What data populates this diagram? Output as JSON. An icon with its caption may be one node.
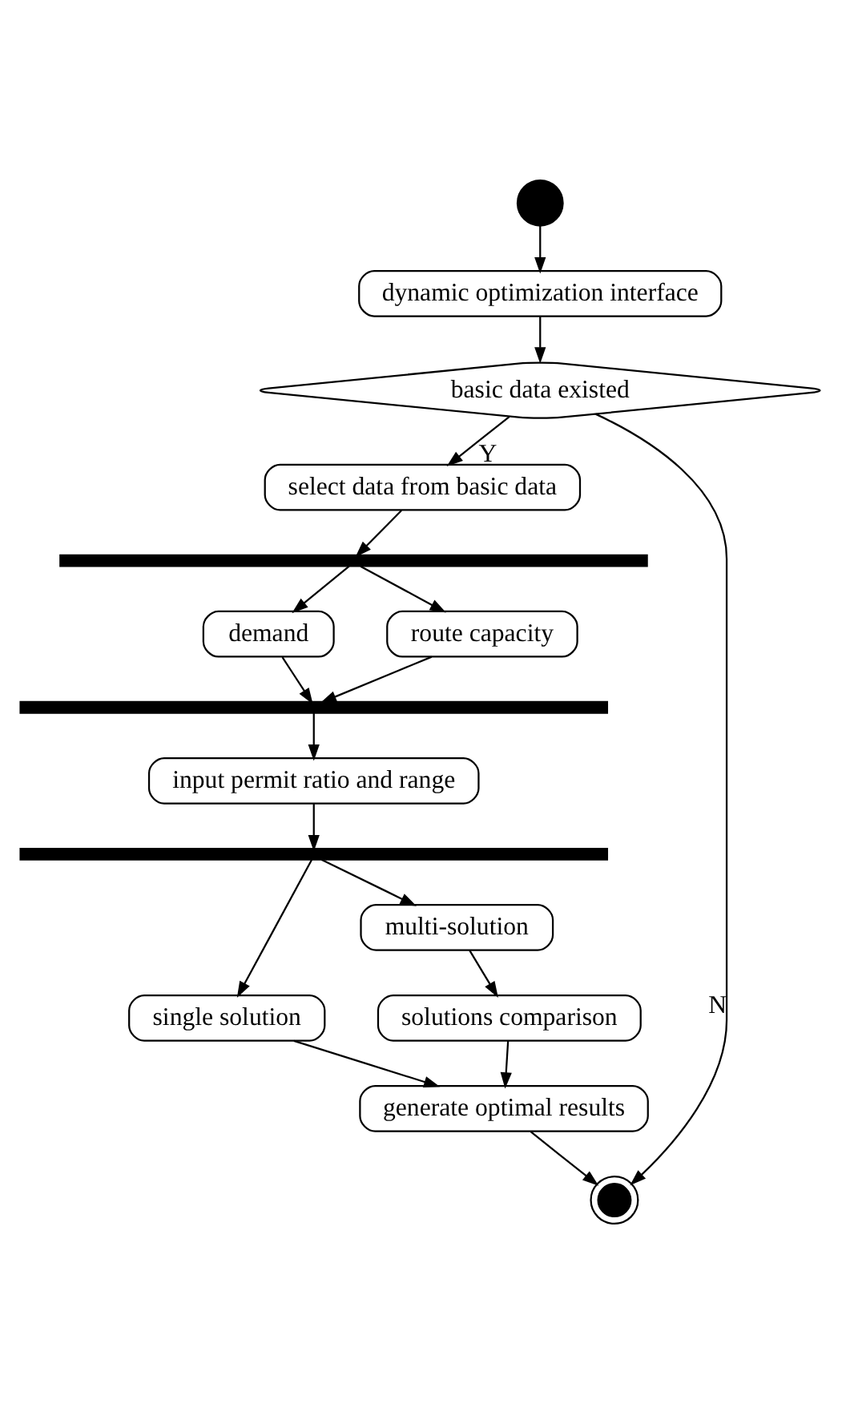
{
  "diagram": {
    "nodes": [
      {
        "text": [],
        "shape": "circle"
      },
      {
        "text": [
          "dynamic optimization interface"
        ]
      },
      {
        "text": [
          "basic data existed"
        ]
      },
      {
        "text": [
          "select data from basic data"
        ]
      },
      {
        "text": [],
        "shape": "bar"
      },
      {
        "text": [
          "demand"
        ]
      },
      {
        "text": [
          "route capacity"
        ]
      },
      {
        "text": [],
        "shape": "bar"
      },
      {
        "text": [
          "input permit ratio and range"
        ]
      },
      {
        "text": [],
        "shape": "bar"
      },
      {
        "text": [
          "single solution"
        ]
      },
      {
        "text": [
          "multi-solution"
        ]
      },
      {
        "text": [
          "solutions comparison"
        ]
      },
      {
        "text": [
          "generate optimal results"
        ]
      },
      {
        "text": [],
        "shape": "circle"
      }
    ],
    "edges": [
      {
        "from": 0,
        "to": 1,
        "arrow": "to"
      },
      {
        "from": 1,
        "to": 2,
        "arrow": "to"
      },
      {
        "from": 2,
        "to": 3,
        "arrow": "to",
        "label": "Y"
      },
      {
        "from": 2,
        "to": 14,
        "arrow": "to",
        "label": "N"
      },
      {
        "from": 3,
        "to": 4,
        "arrow": "to"
      },
      {
        "from": 4,
        "to": 5,
        "arrow": "to"
      },
      {
        "from": 4,
        "to": 6,
        "arrow": "to"
      },
      {
        "from": 5,
        "to": 7,
        "arrow": "to"
      },
      {
        "from": 6,
        "to": 7,
        "arrow": "to"
      },
      {
        "from": 7,
        "to": 8,
        "arrow": "to"
      },
      {
        "from": 8,
        "to": 9,
        "arrow": "to"
      },
      {
        "from": 9,
        "to": 10,
        "arrow": "to"
      },
      {
        "from": 9,
        "to": 11,
        "arrow": "to"
      },
      {
        "from": 11,
        "to": 12,
        "arrow": "to"
      },
      {
        "from": 10,
        "to": 13,
        "arrow": "to"
      },
      {
        "from": 12,
        "to": 13,
        "arrow": "to"
      },
      {
        "from": 13,
        "to": 14,
        "arrow": "to"
      }
    ]
  }
}
